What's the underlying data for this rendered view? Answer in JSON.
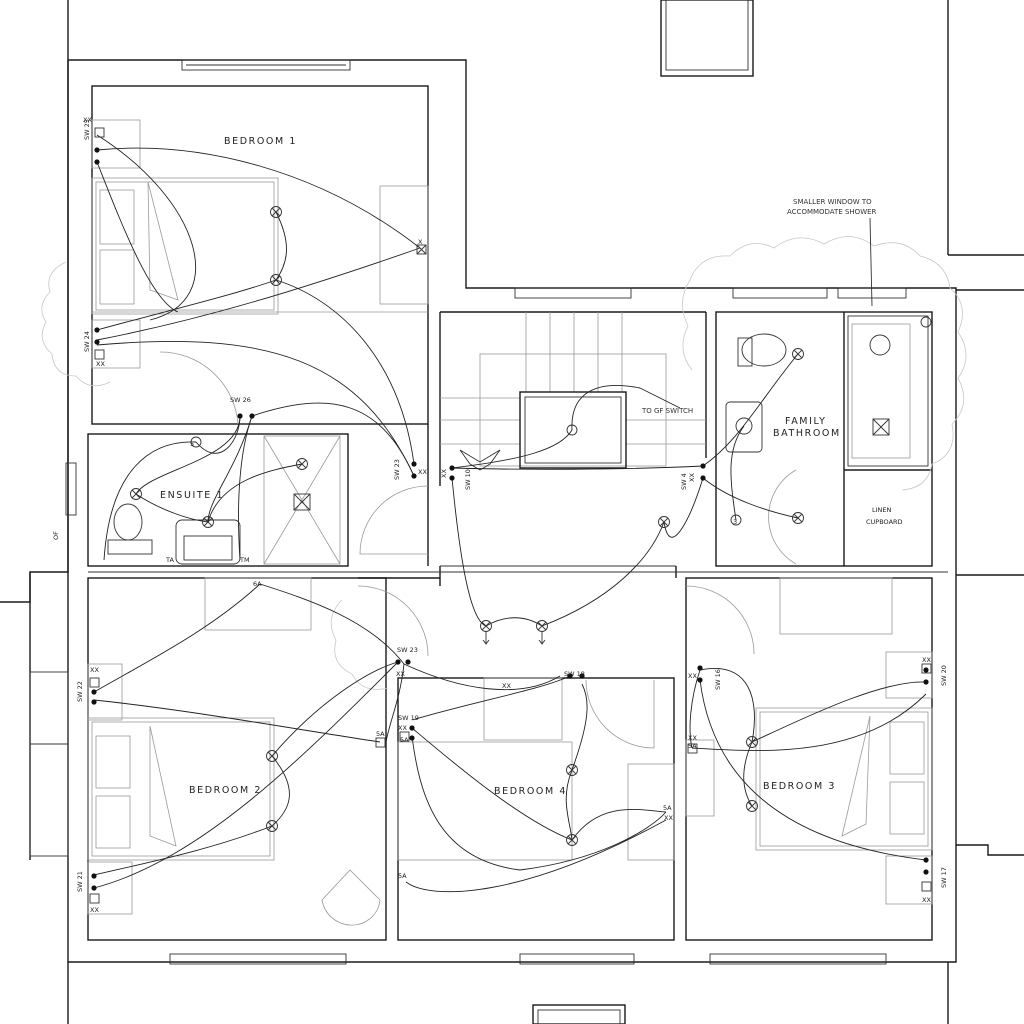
{
  "rooms": {
    "bedroom1": "BEDROOM 1",
    "bedroom2": "BEDROOM 2",
    "bedroom3": "BEDROOM 3",
    "bedroom4": "BEDROOM 4",
    "ensuite": "ENSUITE 1",
    "family_bath_line1": "FAMILY",
    "family_bath_line2": "BATHROOM",
    "linen_line1": "LINEN",
    "linen_line2": "CUPBOARD"
  },
  "notes": {
    "window_line1": "SMALLER WINDOW TO",
    "window_line2": "ACCOMMODATE SHOWER",
    "gf_switch": "TO GF SWITCH"
  },
  "switches": {
    "sw21": "SW 21",
    "sw22": "SW 22",
    "sw23": "SW 23",
    "sw24": "SW 24",
    "sw25": "SW 25",
    "sw26": "SW 26",
    "sw4": "SW 4",
    "sw10": "SW 10",
    "sw16": "SW 16",
    "sw17": "SW 17",
    "sw18": "SW 18",
    "sw19": "SW 19",
    "sw20": "SW 20"
  },
  "marks": {
    "xx": "XX",
    "x": "X",
    "fiveA": "5A",
    "sixA": "6A",
    "five": "5",
    "three": "3",
    "ta": "TA",
    "tm": "TM",
    "ext": "OF"
  }
}
